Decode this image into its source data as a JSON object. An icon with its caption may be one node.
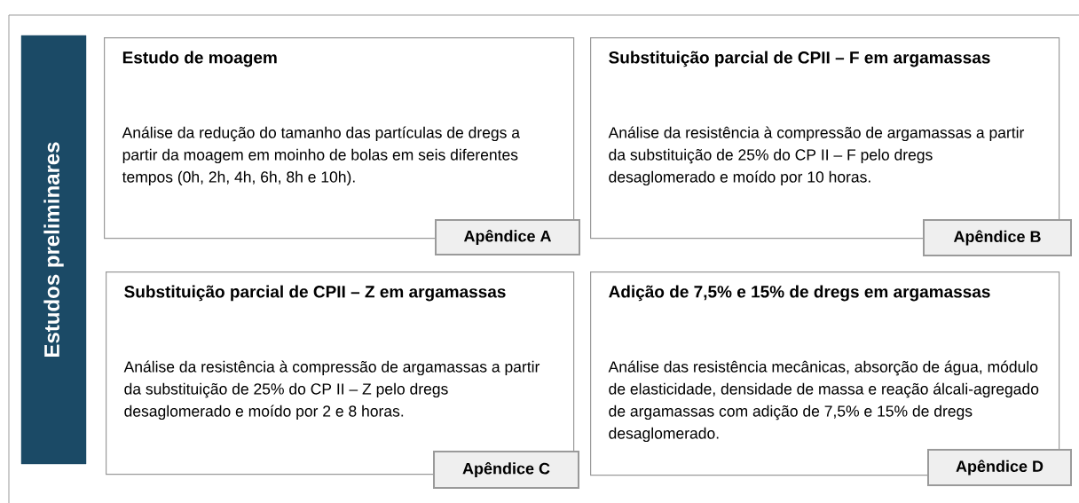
{
  "diagram": {
    "nodes": [
      {
        "text": [
          "Estudos preliminares"
        ]
      },
      {
        "text": [
          "Estudo de moagem",
          "Análise da redução do tamanho das partículas de dregs a partir da moagem em moinho de bolas em seis diferentes tempos (0h, 2h, 4h, 6h, 8h e 10h)."
        ]
      },
      {
        "text": [
          "Apêndice A"
        ]
      },
      {
        "text": [
          "Substituição parcial de CPII – F em argamassas",
          "Análise da resistência à compressão de argamassas a partir da substituição de 25% do CP II – F pelo dregs desaglomerado e moído por 10 horas."
        ]
      },
      {
        "text": [
          "Apêndice B"
        ]
      },
      {
        "text": [
          "Substituição parcial de CPII – Z em argamassas",
          "Análise da resistência à compressão de argamassas a partir da substituição de 25% do CP II – Z pelo dregs desaglomerado e moído por 2 e 8 horas."
        ]
      },
      {
        "text": [
          "Apêndice C"
        ]
      },
      {
        "text": [
          "Adição de 7,5% e 15% de dregs em argamassas",
          "Análise das resistência mecânicas, absorção de água, módulo de elasticidade, densidade de massa e reação álcali-agregado de argamassas com adição de 7,5% e 15% de dregs desaglomerado."
        ]
      },
      {
        "text": [
          "Apêndice D"
        ]
      }
    ],
    "edges": []
  }
}
